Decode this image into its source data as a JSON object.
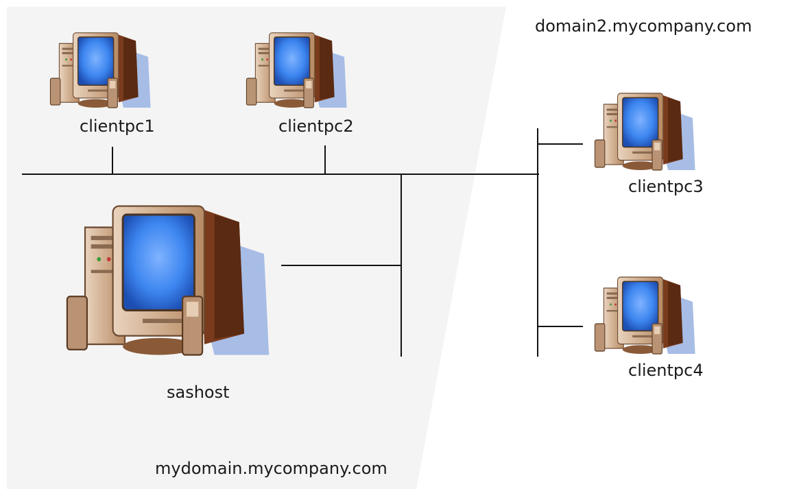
{
  "domains": {
    "left": {
      "label": "mydomain.mycompany.com"
    },
    "right": {
      "label": "domain2.mycompany.com"
    }
  },
  "hosts": [
    {
      "id": "clientpc1",
      "label": "clientpc1"
    },
    {
      "id": "clientpc2",
      "label": "clientpc2"
    },
    {
      "id": "clientpc3",
      "label": "clientpc3"
    },
    {
      "id": "clientpc4",
      "label": "clientpc4"
    },
    {
      "id": "sashost",
      "label": "sashost"
    }
  ],
  "icons": {
    "computer": "desktop-computer-icon"
  },
  "colors": {
    "domain_fill": "#f4f4f4",
    "network_line": "#111111",
    "screen": "#3d86f0",
    "case": "#d9b89a",
    "shadow": "#a7bde6"
  }
}
